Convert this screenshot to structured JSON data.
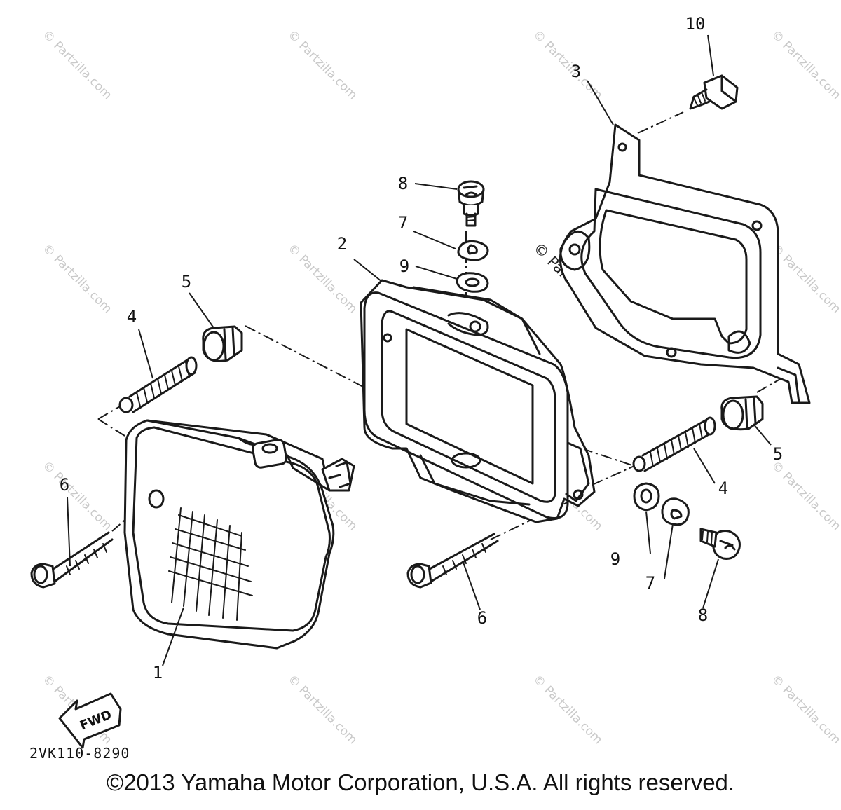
{
  "diagram": {
    "drawing_code": "2VK110-8290",
    "direction_label": "FWD",
    "watermark": "© Partzilla.com",
    "callouts": [
      "1",
      "2",
      "3",
      "4",
      "5",
      "6",
      "7",
      "8",
      "9",
      "10",
      "4",
      "5",
      "6",
      "7",
      "8",
      "9"
    ],
    "copyright": "©2013 Yamaha Motor Corporation, U.S.A. All rights reserved."
  }
}
